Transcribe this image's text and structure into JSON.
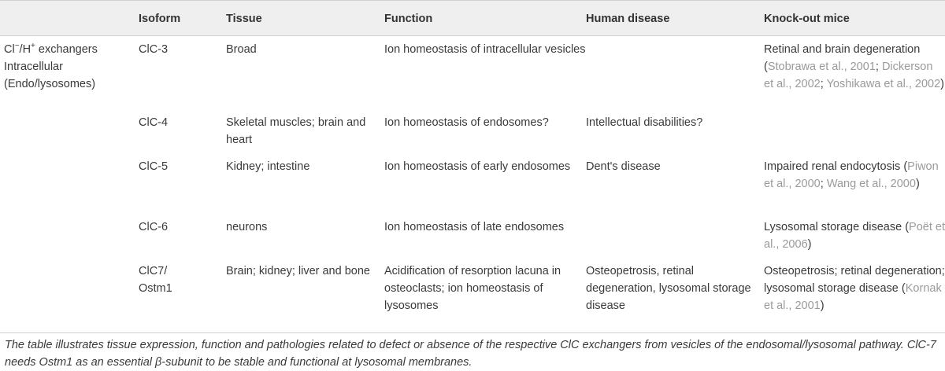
{
  "headers": [
    "",
    "Isoform",
    "Tissue",
    "Function",
    "Human disease",
    "Knock-out mice"
  ],
  "group": {
    "line1_prefix": "Cl",
    "line1_sup1": "−",
    "line1_mid": "/H",
    "line1_sup2": "+",
    "line1_suffix": " exchangers",
    "line2": "Intracellular",
    "line3": "(Endo/lysosomes)"
  },
  "rows": [
    {
      "isoform": "ClC-3",
      "tissue": "Broad",
      "function": "Ion homeostasis of intracellular vesicles",
      "disease": "",
      "ko_text": "Retinal and brain degeneration",
      "ko_open": "(",
      "ko_ref1": "Stobrawa et al., 2001",
      "ko_sep1": ";",
      "ko_ref2": "Dickerson et al., 2002",
      "ko_sep2": ";",
      "ko_ref3": "Yoshikawa et al., 2002",
      "ko_close": ")"
    },
    {
      "isoform": "ClC-4",
      "tissue": "Skeletal muscles; brain and heart",
      "function": "Ion homeostasis of endosomes?",
      "disease": "Intellectual disabilities?",
      "ko_text": ""
    },
    {
      "isoform": "ClC-5",
      "tissue": "Kidney; intestine",
      "function": "Ion homeostasis of early endosomes",
      "disease": "Dent's disease",
      "ko_text": "Impaired renal endocytosis",
      "ko_open": "(",
      "ko_ref1": "Piwon et al., 2000",
      "ko_sep1": "; ",
      "ko_ref2": "Wang et al., 2000",
      "ko_close": ")"
    },
    {
      "isoform": "ClC-6",
      "tissue": "neurons",
      "function": "Ion homeostasis of late endosomes",
      "disease": "",
      "ko_text": "Lysosomal storage disease",
      "ko_open": "(",
      "ko_ref1": "Poët et al., 2006",
      "ko_close": ")"
    },
    {
      "isoform_line1": "ClC7/",
      "isoform_line2": "Ostm1",
      "tissue": "Brain; kidney; liver and bone",
      "function": "Acidification of resorption lacuna in osteoclasts; ion homeostasis of lysosomes",
      "disease": "Osteopetrosis, retinal degeneration, lysosomal storage disease",
      "ko_text": "Osteopetrosis; retinal degeneration; lysosomal storage disease ",
      "ko_open": "(",
      "ko_ref1": "Kornak et al., 2001",
      "ko_close": ")"
    }
  ],
  "footnote": "The table illustrates tissue expression, function and pathologies related to defect or absence of the respective ClC exchangers from vesicles of the endosomal/lysosomal pathway. ClC-7 needs Ostm1 as an essential β-subunit to be stable and functional at lysosomal membranes."
}
